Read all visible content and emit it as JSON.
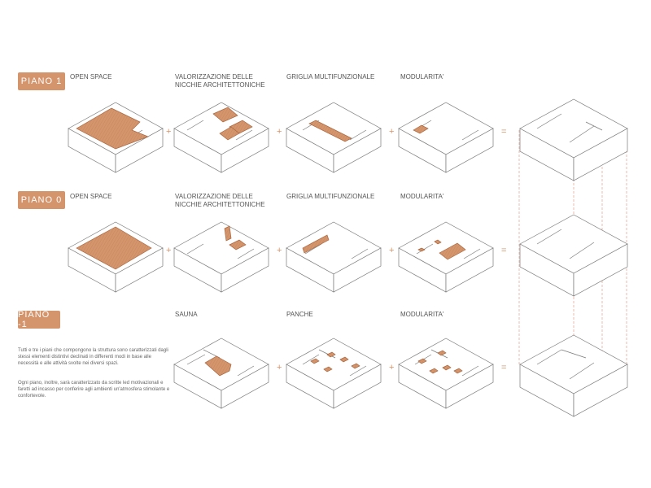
{
  "floors": [
    {
      "badge": "PIANO 1",
      "labels": [
        "OPEN SPACE",
        "VALORIZZAZIONE DELLE\nNICCHIE ARCHITETTONICHE",
        "GRIGLIA MULTIFUNZIONALE",
        "MODULARITA'"
      ]
    },
    {
      "badge": "PIANO 0",
      "labels": [
        "OPEN SPACE",
        "VALORIZZAZIONE DELLE\nNICCHIE ARCHITETTONICHE",
        "GRIGLIA MULTIFUNZIONALE",
        "MODULARITA'"
      ]
    },
    {
      "badge": "PIANO -1",
      "labels": [
        "SAUNA",
        "PANCHE",
        "MODULARITA'"
      ]
    }
  ],
  "operators": {
    "plus": "+",
    "equals": "="
  },
  "notes": {
    "p1": "Tutti e tre i piani che compongono la struttura sono caratterizzati dagli stessi elementi distintivi declinati in differenti modi in base alle necessità e alle attività svolte nei diversi spazi.",
    "p2": "Ogni piano, inoltre, sarà caratterizzato da scritte led motivazionali e faretti ad incasso per conferire agli ambienti un'atmosfera stimolante e confortevole."
  },
  "colors": {
    "accent": "#d4946c",
    "line": "#7a7a7a",
    "guide": "#e58a7a"
  }
}
